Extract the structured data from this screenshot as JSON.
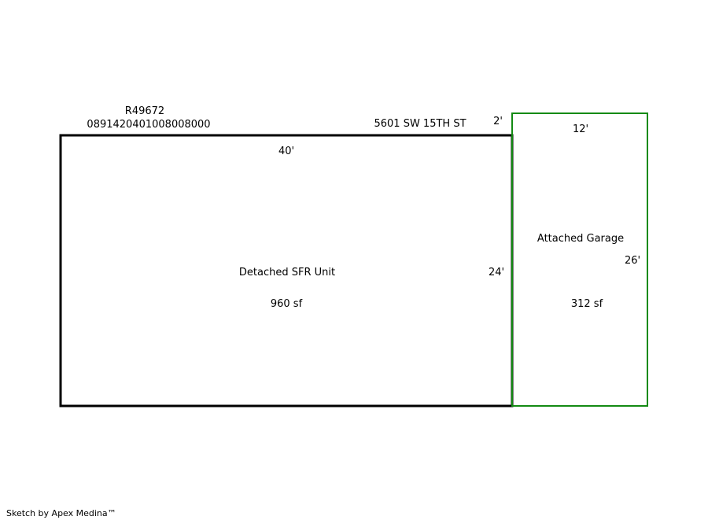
{
  "parcel": {
    "id": "R49672",
    "number": "0891420401008008000",
    "address": "5601 SW 15TH ST"
  },
  "areas": [
    {
      "name": "Detached SFR Unit",
      "area": "960 sf",
      "width_label": "40'",
      "depth_label": "24'",
      "color": "#000000"
    },
    {
      "name": "Attached Garage",
      "area": "312 sf",
      "width_label": "12'",
      "depth_label": "26'",
      "offset_label": "2'",
      "color": "#138a13"
    }
  ],
  "credit": "Sketch by Apex Medina™"
}
